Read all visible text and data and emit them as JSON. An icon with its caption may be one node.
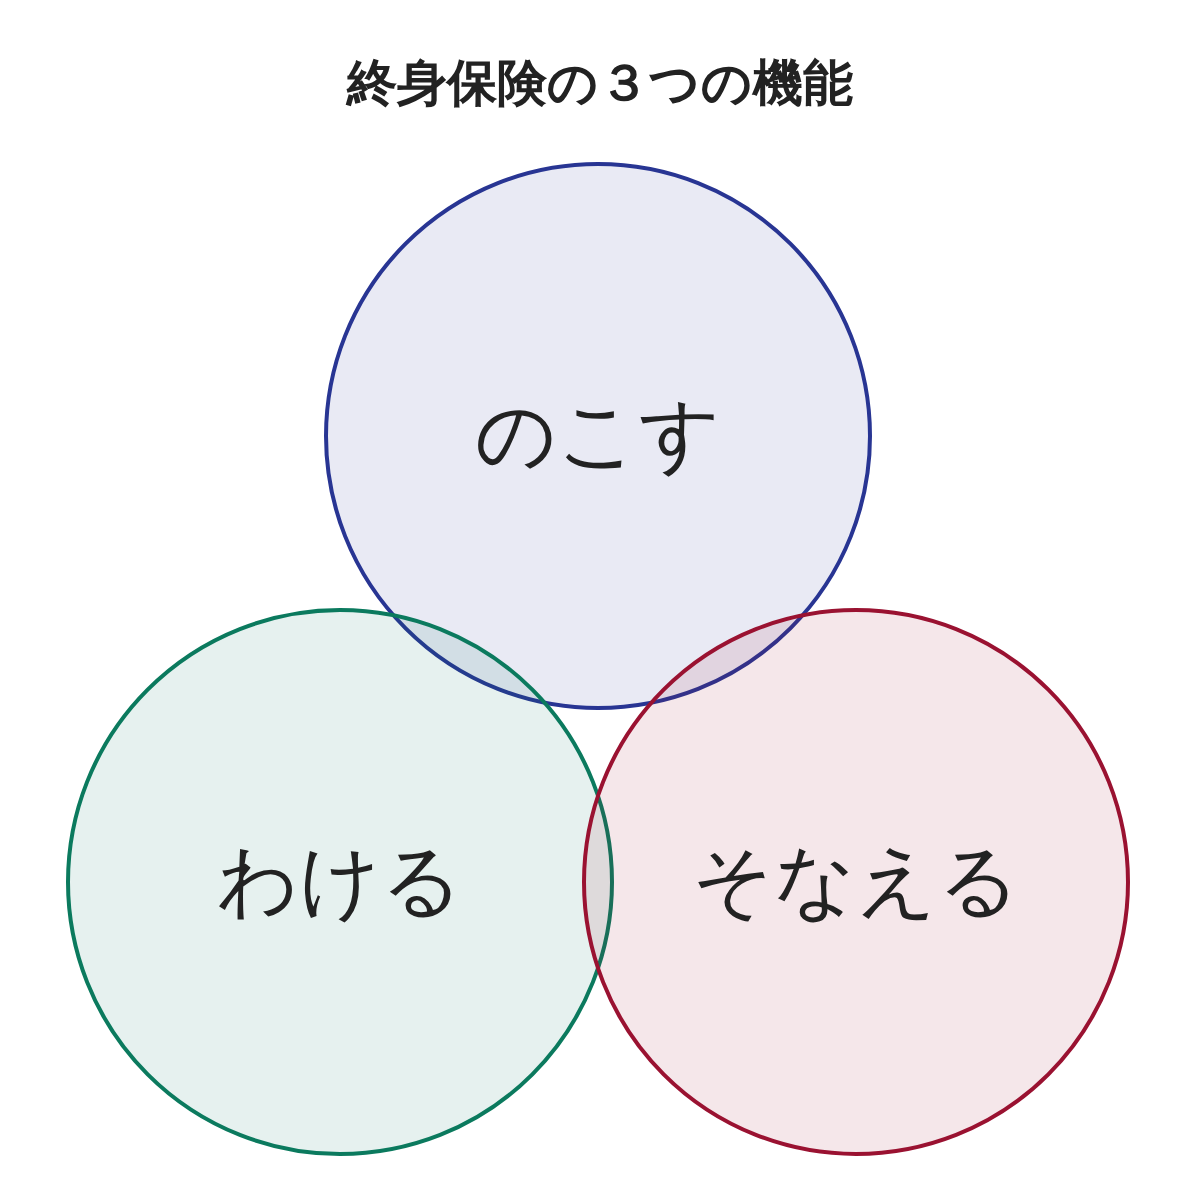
{
  "diagram": {
    "title": "終身保険の３つの機能",
    "nodes": [
      {
        "text": [
          "のこす"
        ]
      },
      {
        "text": [
          "わける"
        ]
      },
      {
        "text": [
          "そなえる"
        ]
      }
    ]
  }
}
